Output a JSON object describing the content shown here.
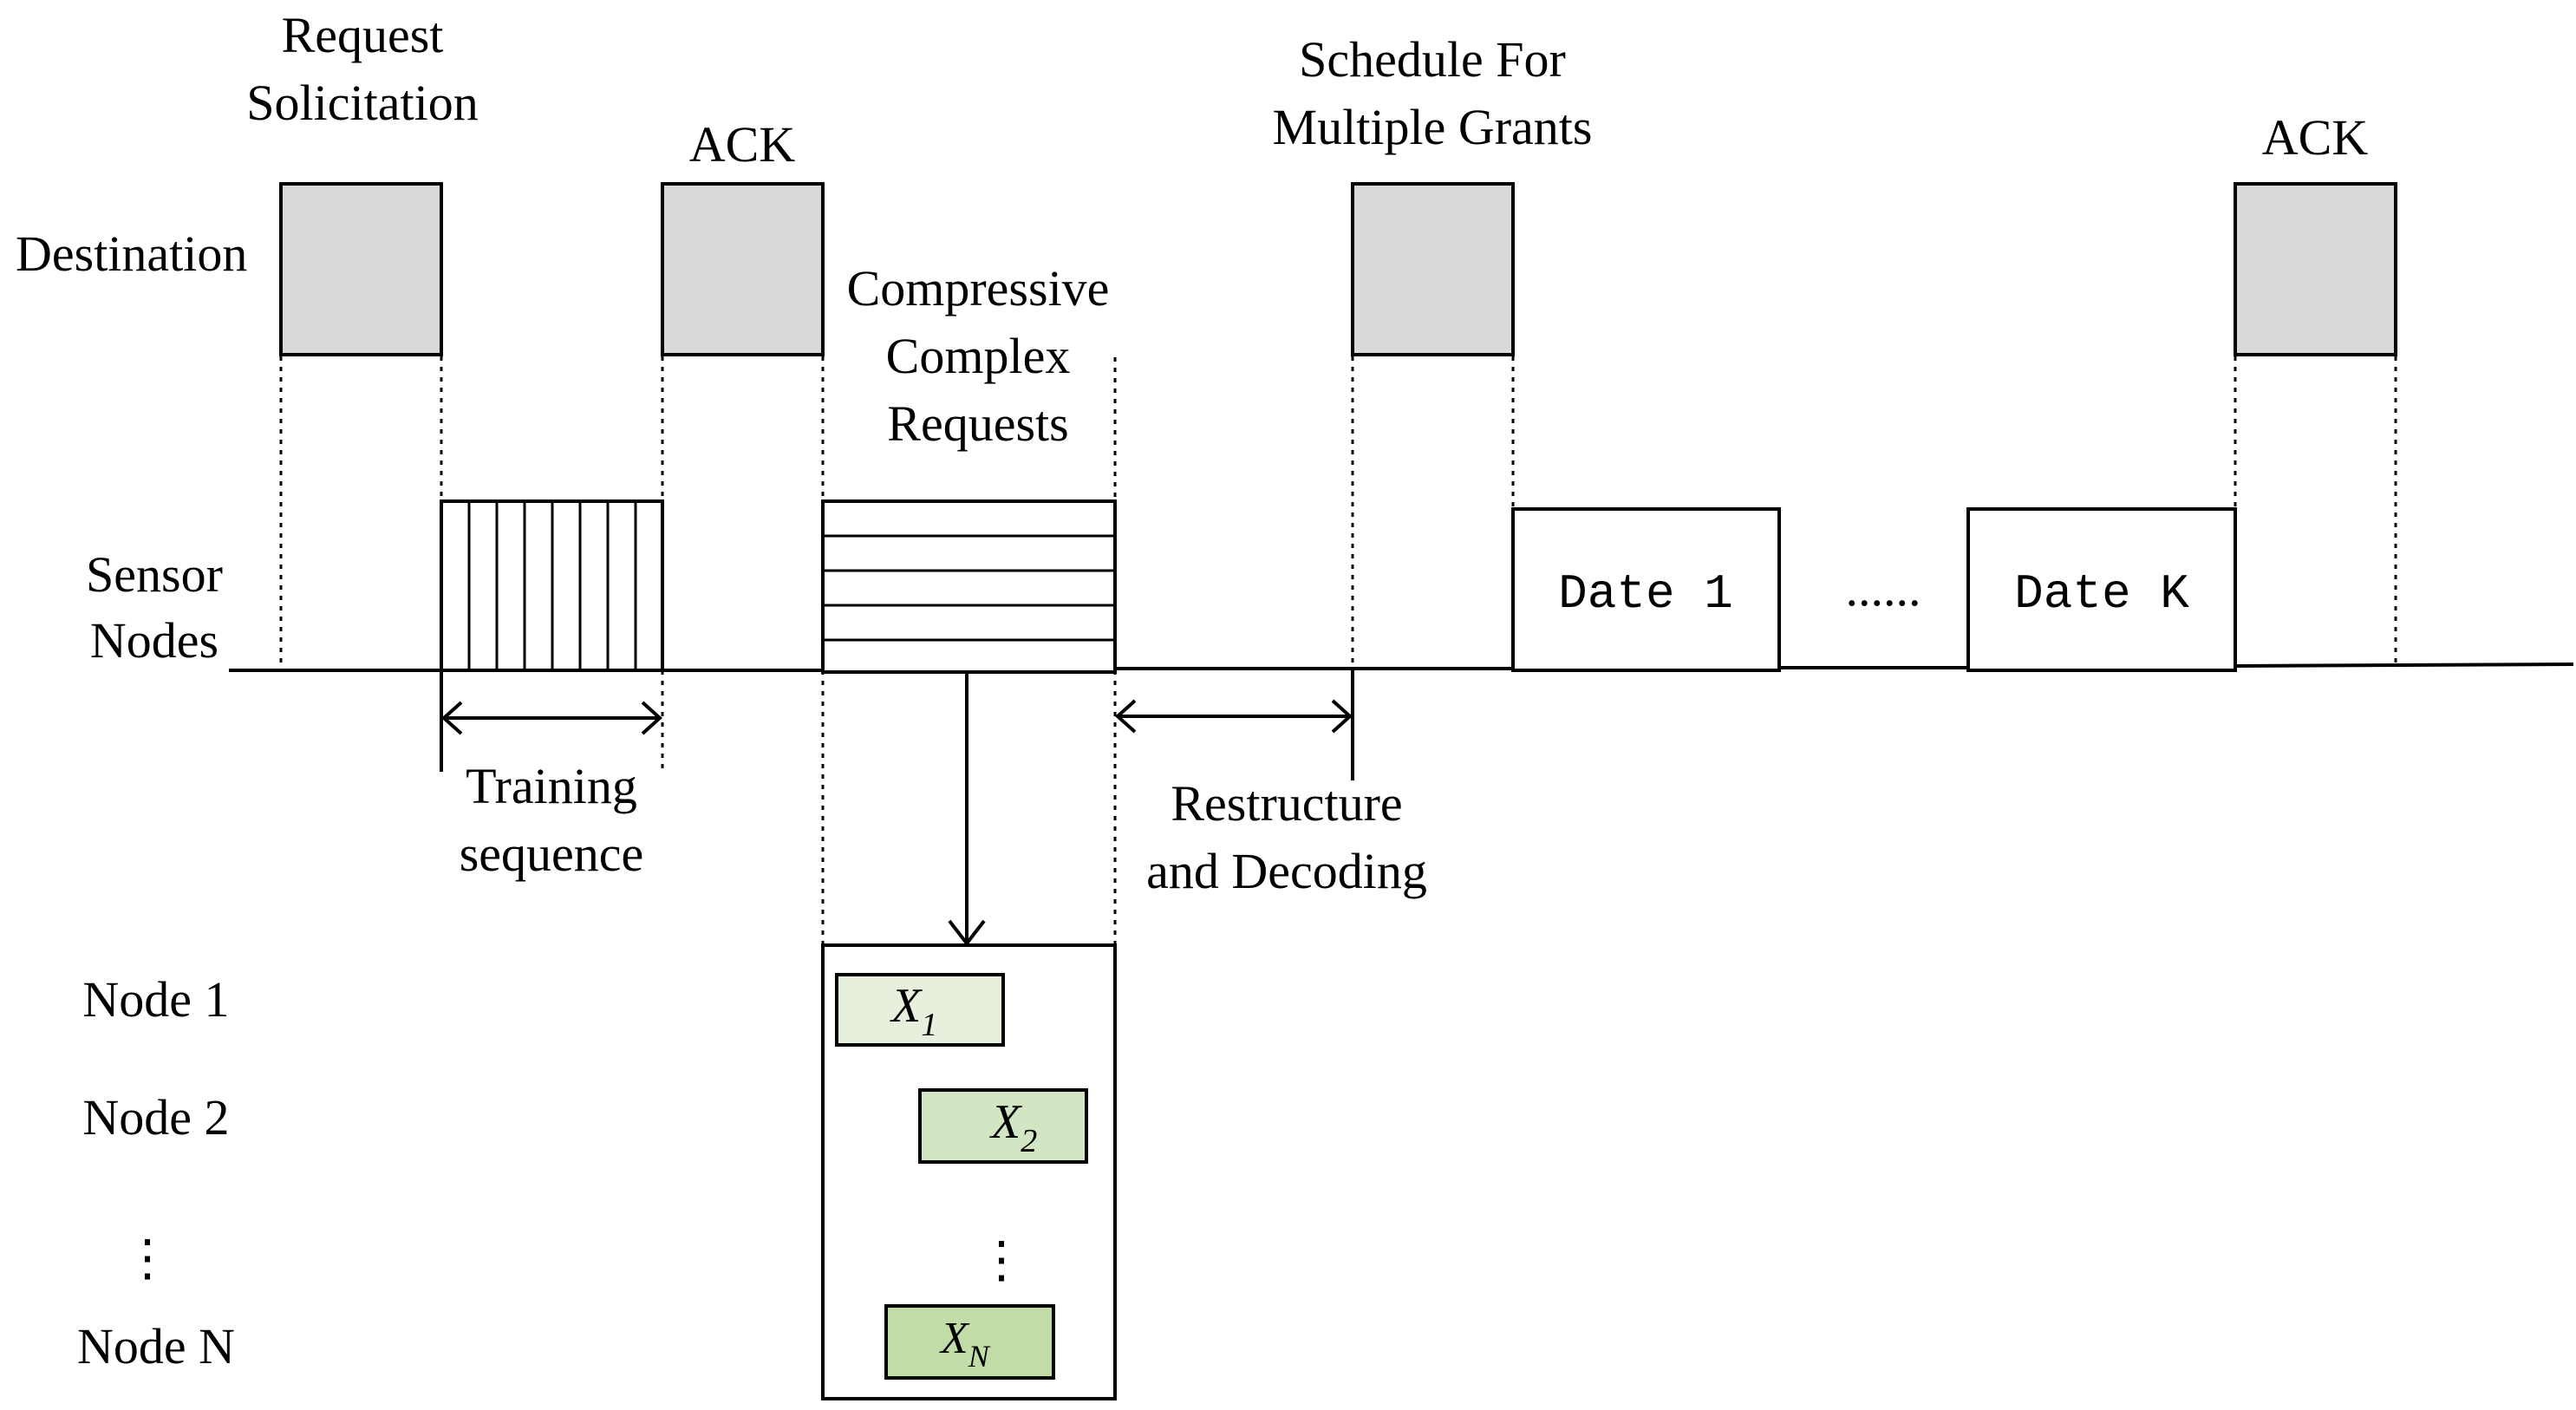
{
  "rows": {
    "destination": "Destination",
    "sensor_line1": "Sensor",
    "sensor_line2": "Nodes"
  },
  "top_labels": {
    "request_line1": "Request",
    "request_line2": "Solicitation",
    "ack1": "ACK",
    "compressive_line1": "Compressive",
    "compressive_line2": "Complex",
    "compressive_line3": "Requests",
    "schedule_line1": "Schedule For",
    "schedule_line2": "Multiple Grants",
    "ack2": "ACK"
  },
  "data_boxes": {
    "first": "Date 1",
    "ellipsis": "......",
    "last": "Date K"
  },
  "intervals": {
    "training_line1": "Training",
    "training_line2": "sequence",
    "restructure_line1": "Restructure",
    "restructure_line2": "and Decoding"
  },
  "nodes": {
    "n1": "Node 1",
    "n2": "Node 2",
    "vdots": "⋮",
    "nN": "Node N"
  },
  "symbols": {
    "x1_base": "X",
    "x1_sub": "1",
    "x2_base": "X",
    "x2_sub": "2",
    "vdots": "⋮",
    "xN_base": "X",
    "xN_sub": "N"
  },
  "colors": {
    "destination_box": "#d9d9d9",
    "x1_fill": "#e6f0dc",
    "x2_fill": "#d2e6c4",
    "xN_fill": "#c2dca8"
  }
}
